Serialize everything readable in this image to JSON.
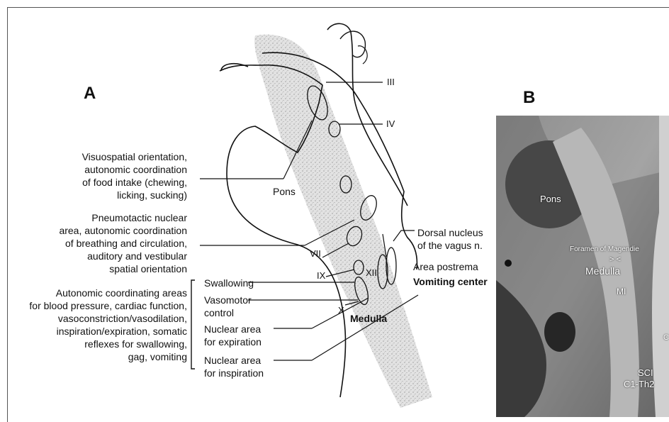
{
  "panels": {
    "a_letter": "A",
    "b_letter": "B"
  },
  "diagram": {
    "pons_label": "Pons",
    "medulla_label": "Medulla",
    "nerves": {
      "iii": "III",
      "iv": "IV",
      "vii": "VII",
      "ix": "IX",
      "x": "X",
      "xii": "XII"
    },
    "left_labels": {
      "visuospatial": [
        "Visuospatial orientation,",
        "autonomic coordination",
        "of food intake (chewing,",
        "licking, sucking)"
      ],
      "pneumotactic": [
        "Pneumotactic nuclear",
        "area, autonomic coordination",
        "of breathing and circulation,",
        "auditory and vestibular",
        "spatial orientation"
      ],
      "autonomic": [
        "Autonomic coordinating areas",
        "for blood pressure, cardiac function,",
        "vasoconstriction/vasodilation,",
        "inspiration/expiration, somatic",
        "reflexes for swallowing,",
        "gag, vomiting"
      ]
    },
    "mid_labels": {
      "swallowing": "Swallowing",
      "vasomotor": [
        "Vasomotor",
        "control"
      ],
      "expiration": [
        "Nuclear area",
        "for expiration"
      ],
      "inspiration": [
        "Nuclear area",
        "for inspiration"
      ]
    },
    "right_labels": {
      "dorsal_nucleus": [
        "Dorsal nucleus",
        "of the vagus n."
      ],
      "area_postrema": "Area postrema",
      "vomiting_center": "Vomiting center"
    }
  },
  "mri": {
    "pons": "Pons",
    "foramen": "Foramen of Magendie",
    "arrows": "> <",
    "medulla": "Medulla",
    "mi": "MI",
    "sci": "SCI",
    "c1th2": "C1-Th2",
    "cut_c": "C"
  },
  "colors": {
    "stipple": "#d9d9d9",
    "outline": "#111111",
    "mri_dark": "#2e2e2e",
    "mri_mid": "#8a8a8a",
    "mri_light": "#c8c8c8"
  }
}
